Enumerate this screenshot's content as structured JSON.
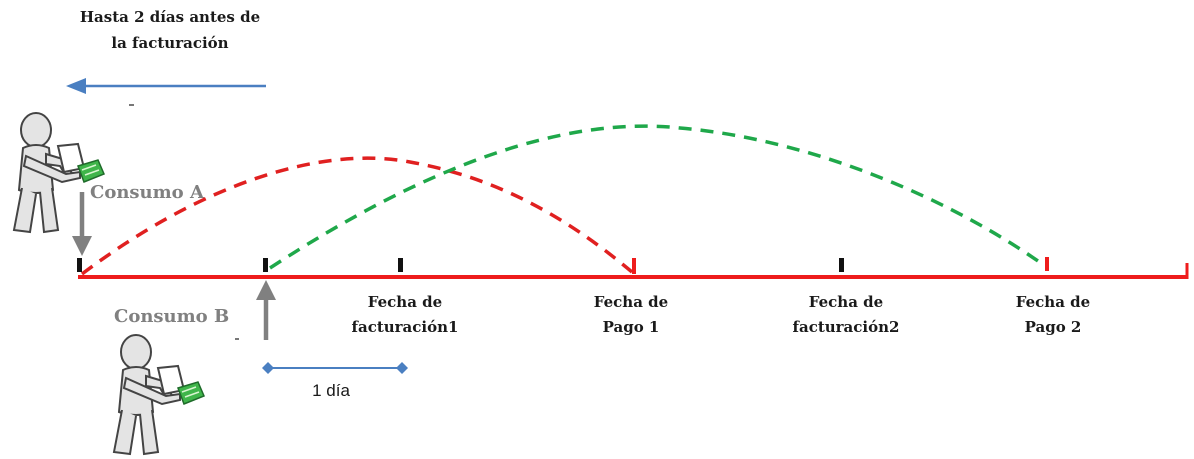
{
  "note": {
    "line1": "Hasta 2 días antes de",
    "line2": "la facturación"
  },
  "consumo_a": "Consumo A",
  "consumo_b": "Consumo B",
  "dates": {
    "facturacion1": [
      "Fecha de",
      "facturación1"
    ],
    "pago1": [
      "Fecha de",
      "Pago 1"
    ],
    "facturacion2": [
      "Fecha de",
      "facturación2"
    ],
    "pago2": [
      "Fecha de",
      "Pago 2"
    ]
  },
  "interval": "1 día",
  "colors": {
    "timeline": "#ee1c1c",
    "red_arc": "#e02020",
    "green_arc": "#1fa84a",
    "blue_arrow": "#4a7fc1",
    "gray_arrow": "#808080",
    "tick": "#111111"
  }
}
